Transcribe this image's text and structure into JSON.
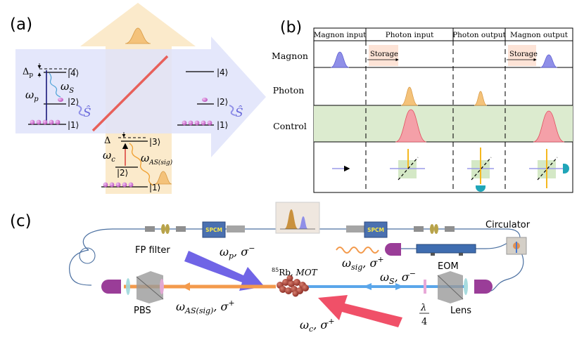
{
  "panels": {
    "a": {
      "label": "(a)",
      "left_system": {
        "levels": [
          "|4⟩",
          "|2⟩",
          "|1⟩"
        ],
        "delta": "Δ",
        "delta_sub": "p",
        "omega_p": "ω",
        "omega_p_sub": "p",
        "omega_s": "ω",
        "omega_s_sub": "S",
        "s_hat": "Ŝ"
      },
      "right_system": {
        "levels": [
          "|4⟩",
          "|2⟩",
          "|1⟩"
        ],
        "s_hat": "Ŝ"
      },
      "bottom_system": {
        "levels": [
          "|3⟩",
          "|2⟩",
          "|1⟩"
        ],
        "delta": "Δ",
        "omega_c": "ω",
        "omega_c_sub": "c",
        "omega_as": "ω",
        "omega_as_sub": "AS(sig)"
      },
      "colors": {
        "up_arrow": "#fbe9c8",
        "right_arrow": "#dfe3fa",
        "mirror": "#e8605a",
        "atom": "#d66fd8"
      }
    },
    "b": {
      "label": "(b)",
      "columns": [
        "Magnon input",
        "Photon input",
        "Photon output",
        "Magnon output"
      ],
      "rows": [
        "Magnon",
        "Photon",
        "Control"
      ],
      "storage_label": "Storage",
      "colors": {
        "magnon": "#8f8fe8",
        "photon": "#f4c27a",
        "control": "#f06b78",
        "control_band": "#dcebcf",
        "storage_box": "#fde3d6"
      }
    },
    "c": {
      "label": "(c)",
      "components": {
        "fp_filter": "FP filter",
        "spcm": "SPCM",
        "circulator": "Circulator",
        "eom": "EOM",
        "pbs": "PBS",
        "lens": "Lens",
        "lambda": "λ",
        "lambda_den": "4"
      },
      "beams": {
        "omega_p": "ω",
        "omega_p_sub": "p",
        "sigma_minus": "σ",
        "minus": "−",
        "plus": "+",
        "omega_sig": "ω",
        "omega_sig_sub": "sig",
        "omega_s": "ω",
        "omega_s_sub": "S",
        "omega_as": "ω",
        "omega_as_sub": "AS(sig)",
        "omega_c": "ω",
        "omega_c_sub": "c",
        "rb_sup": "85",
        "rb": "Rb, ",
        "mot": "MOT"
      },
      "colors": {
        "pump_arrow": "#7064e6",
        "control_arrow": "#f05068",
        "as_beam": "#f39a4c",
        "s_beam": "#5aa6ea",
        "fiber": "#4a6fa0",
        "collimator": "#9a3d98"
      }
    }
  }
}
